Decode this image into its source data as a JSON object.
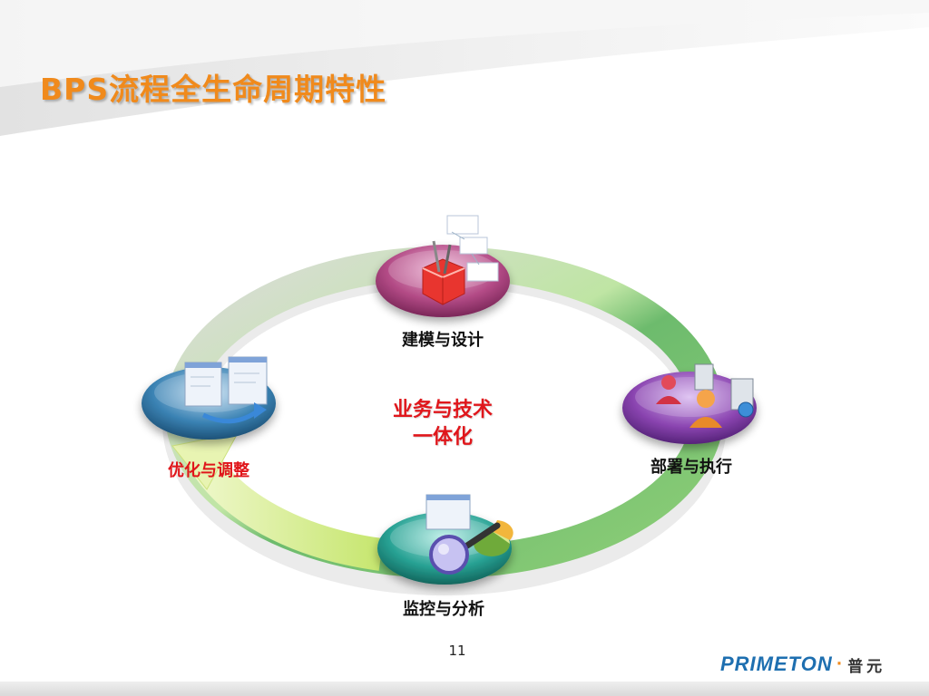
{
  "slide": {
    "title": "BPS流程全生命周期特性",
    "page_number": "11"
  },
  "diagram": {
    "center": {
      "line1": "业务与技术",
      "line2": "一体化"
    },
    "nodes": [
      {
        "id": "modeling",
        "label": "建模与设计",
        "icon": "toolbox-icon",
        "color": "#a43a73"
      },
      {
        "id": "deploy",
        "label": "部署与执行",
        "icon": "users-servers-icon",
        "color": "#7a3a9a"
      },
      {
        "id": "monitor",
        "label": "监控与分析",
        "icon": "magnifier-chart-icon",
        "color": "#1d8a80"
      },
      {
        "id": "optimize",
        "label": "优化与调整",
        "icon": "windows-refresh-icon",
        "color": "#2c6f9a"
      }
    ],
    "ring_colors": {
      "gray": "#d8d8d8",
      "green": "#7cc47c",
      "lime": "#d4ec8a"
    }
  },
  "logo": {
    "text": "PRIMETON",
    "dot": "·",
    "cn": "普元",
    "color": "#1e6fb0"
  }
}
